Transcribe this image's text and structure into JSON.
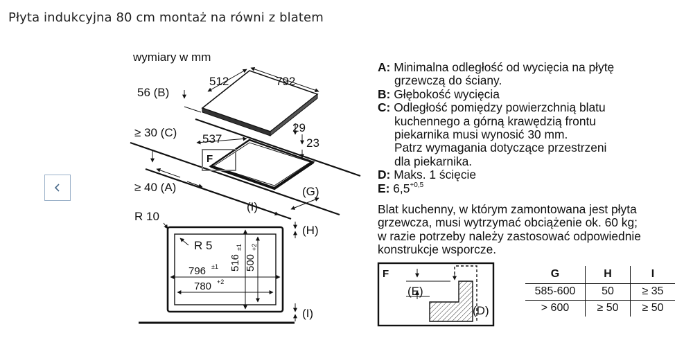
{
  "page": {
    "title": "Płyta indukcyjna 80 cm montaż na równi z blatem"
  },
  "navigation": {
    "prev_label": "‹",
    "prev_icon": "chevron-left-icon"
  },
  "diagram": {
    "units_label": "wymiary w mm",
    "labels": {
      "b_dim": "56 (B)",
      "c_dim": "≥ 30 (C)",
      "a_dim": "≥ 40 (A)",
      "d512": "512",
      "d792": "792",
      "d537": "537",
      "d29": "29",
      "d23": "23",
      "f": "F",
      "g": "(G)",
      "i": "(I)",
      "h": "(H)",
      "r10": "R 10",
      "r5": "R 5",
      "d796": "796",
      "d796_tol": "±1",
      "d780": "780",
      "d780_tol": "+2",
      "d516": "516",
      "d516_tol": "±1",
      "d500": "500",
      "d500_tol": "+2",
      "detail_f": "F",
      "detail_e": "(E)",
      "detail_d": "(D)"
    }
  },
  "legend": {
    "items": [
      {
        "key": "A:",
        "lines": [
          "Minimalna odległość od wycięcia na płytę",
          "grzewczą do ściany."
        ]
      },
      {
        "key": "B:",
        "lines": [
          "Głębokość wycięcia"
        ]
      },
      {
        "key": "C:",
        "lines": [
          "Odległość pomiędzy powierzchnią blatu",
          "kuchennego a górną krawędzią frontu",
          "piekarnika musi wynosić 30 mm.",
          "Patrz wymagania dotyczące przestrzeni",
          "dla piekarnika."
        ]
      },
      {
        "key": "D:",
        "lines": [
          "Maks. 1 ścięcie"
        ]
      }
    ],
    "e_key": "E:",
    "e_value": "6,5",
    "e_tol": "+0,5"
  },
  "note": {
    "lines": [
      "Blat kuchenny, w którym zamontowana jest płyta",
      "grzewcza, musi wytrzymać obciążenie ok. 60 kg;",
      "w razie potrzeby należy zastosować odpowiednie",
      "konstrukcje wsporcze."
    ]
  },
  "table": {
    "headers": [
      "G",
      "H",
      "I"
    ],
    "rows": [
      [
        "585-600",
        "50",
        "≥ 35"
      ],
      [
        "> 600",
        "≥ 50",
        "≥ 50"
      ]
    ]
  }
}
